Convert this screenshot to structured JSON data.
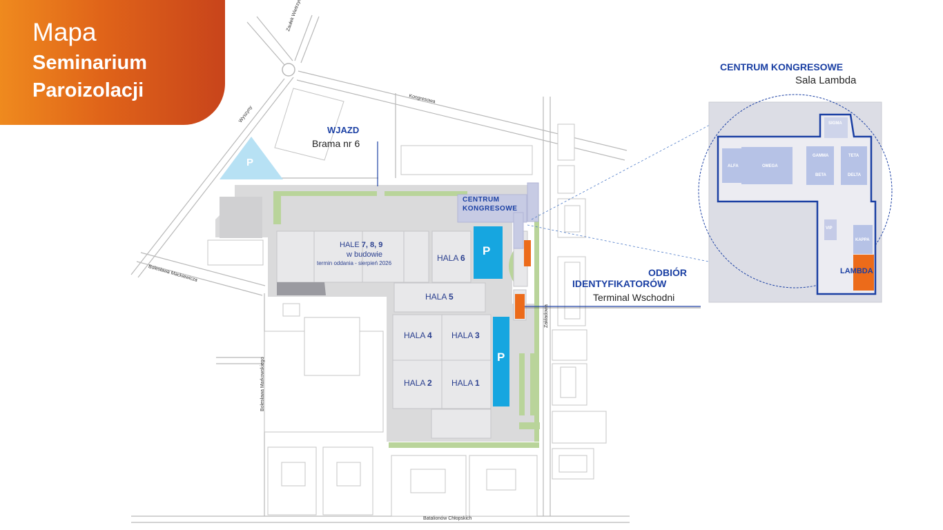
{
  "title": {
    "line1": "Mapa",
    "line2": "Seminarium",
    "line3": "Paroizolacji"
  },
  "colors": {
    "orange_accent": "#e06419",
    "brand_blue": "#1a3fa3",
    "hall_gray": "#e8e8ea",
    "parking_blue": "#16a6e0",
    "parking_light": "#b7e1f4",
    "orange_marker": "#ec6b1a",
    "green_strip": "#b9d49a"
  },
  "entrance": {
    "title": "WJAZD",
    "subtitle": "Brama nr 6"
  },
  "congress_centre_label": {
    "line1": "CENTRUM",
    "line2": "KONGRESOWE"
  },
  "halls": {
    "h789_line1_prefix": "HALE ",
    "h789_line1_numbers": "7, 8, 9",
    "h789_line2": "w budowie",
    "h789_line3": "termin oddania - sierpień 2026",
    "h6_prefix": "HALA ",
    "h6_num": "6",
    "h5_prefix": "HALA ",
    "h5_num": "5",
    "h4_prefix": "HALA ",
    "h4_num": "4",
    "h3_prefix": "HALA ",
    "h3_num": "3",
    "h2_prefix": "HALA ",
    "h2_num": "2",
    "h1_prefix": "HALA ",
    "h1_num": "1"
  },
  "parking": {
    "p1": "P",
    "p2": "P",
    "p3": "P"
  },
  "pickup": {
    "line1": "ODBIÓR",
    "line2": "IDENTYFIKATORÓW",
    "line3": "Terminal Wschodni"
  },
  "inset": {
    "title": "CENTRUM KONGRESOWE",
    "subtitle": "Sala Lambda",
    "rooms": {
      "alfa": "ALFA",
      "omega": "OMEGA",
      "gamma": "GAMMA",
      "beta": "BETA",
      "teta": "TETA",
      "delta": "DELTA",
      "sigma": "SIGMA",
      "vip": "VIP",
      "kappa": "KAPPA",
      "lambda": "LAMBDA"
    }
  },
  "streets": {
    "zaulek": "Zaułek Wietrzych",
    "kongresowa": "Kongresowa",
    "wyszyny": "Wyszyny",
    "mackiewicza": "Bolesława Mackiewicza",
    "markowskiego": "Bolesława Markowskiego",
    "zakladowa": "Zakładowa",
    "batalionow": "Batalionów Chłopskich"
  }
}
